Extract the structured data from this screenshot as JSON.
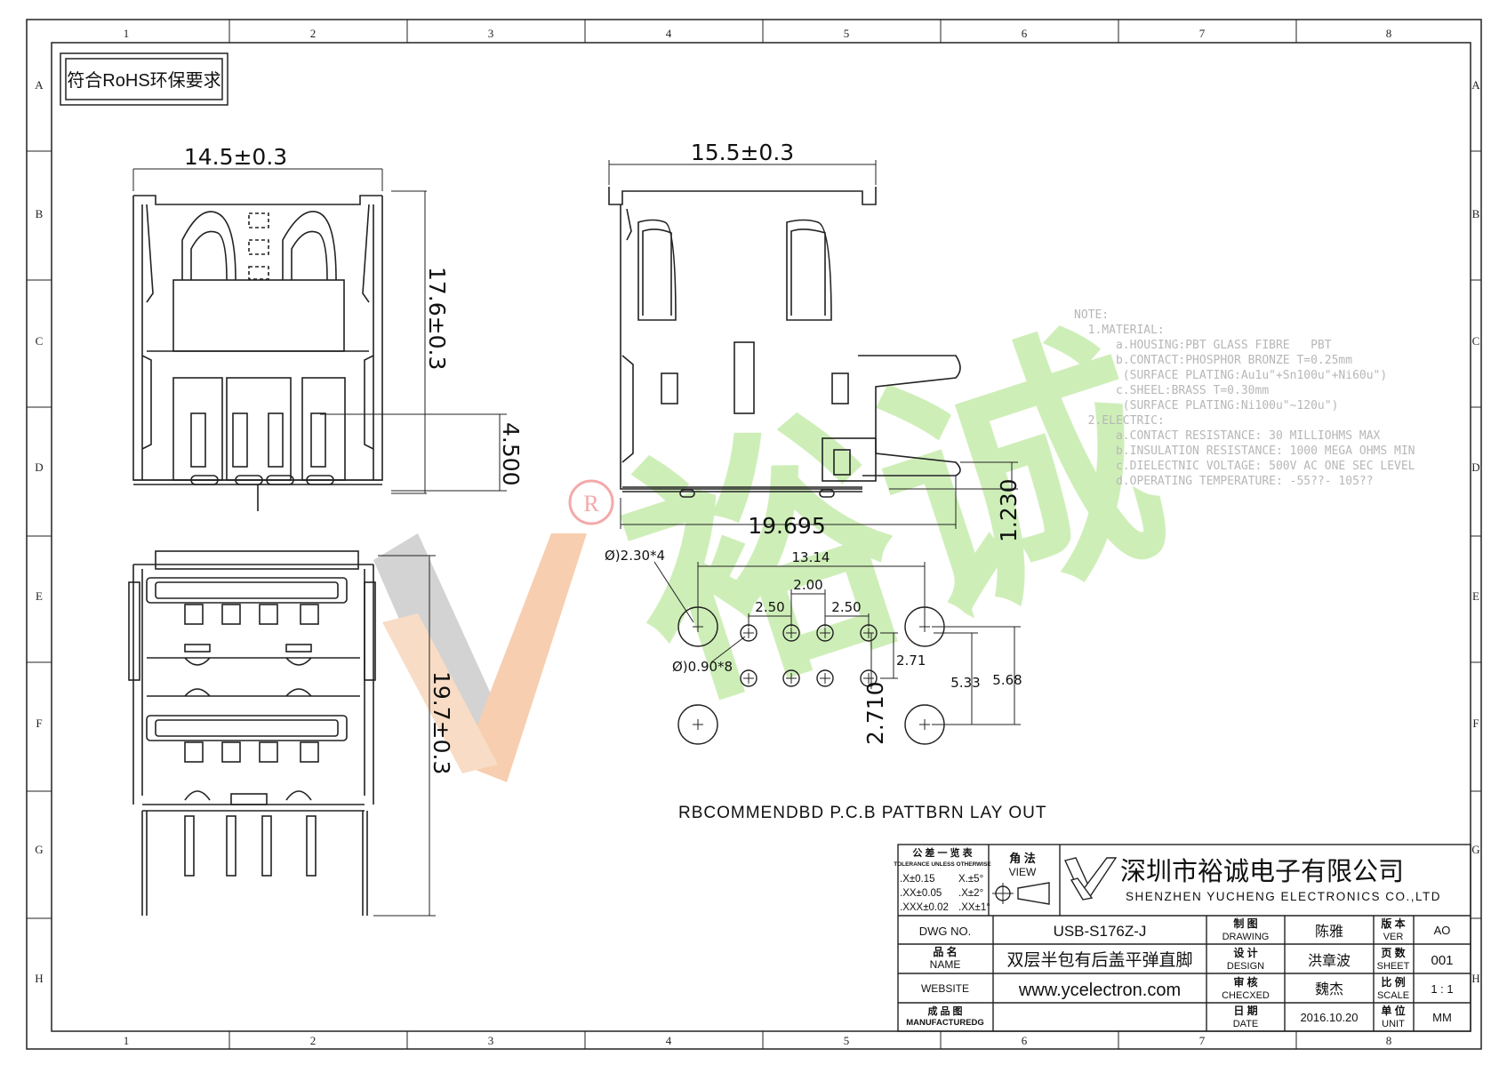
{
  "frame": {
    "columns": [
      "1",
      "2",
      "3",
      "4",
      "5",
      "6",
      "7",
      "8"
    ],
    "rows": [
      "A",
      "B",
      "C",
      "D",
      "E",
      "F",
      "G",
      "H"
    ]
  },
  "rohs_note": "符合RoHS环保要求",
  "front_view": {
    "width_dim": "14.5±0.3",
    "height_dim": "17.6±0.3",
    "pin_dim": "4.500"
  },
  "side_view": {
    "width_dim": "15.5±0.3",
    "depth_dim": "19.695",
    "offset_dim": "1.230"
  },
  "bottom_view": {
    "height_dim": "19.7±0.3"
  },
  "pcb_layout": {
    "title": "RBCOMMENDBD P.C.B PATTBRN LAY OUT",
    "large_holes": "Ø)2.30*4",
    "small_holes": "Ø)0.90*8",
    "span": "13.14",
    "pitch_center": "2.00",
    "pitch_left": "2.50",
    "pitch_right": "2.50",
    "row_gap": "2.71",
    "row_gap_left": "2.710",
    "dim_a": "5.33",
    "dim_b": "5.68"
  },
  "notes": [
    "NOTE:",
    "  1.MATERIAL:",
    "      a.HOUSING:PBT GLASS FIBRE   PBT",
    "      b.CONTACT:PHOSPHOR BRONZE T=0.25mm",
    "       (SURFACE PLATING:Au1u\"+Sn100u\"+Ni60u\")",
    "      c.SHEEL:BRASS T=0.30mm",
    "       (SURFACE PLATING:Ni100u\"~120u\")",
    "  2.ELECTRIC:",
    "      a.CONTACT RESISTANCE: 30 MILLIOHMS MAX",
    "      b.INSULATION RESISTANCE: 1000 MEGA OHMS MIN",
    "      c.DIELECTNIC VOLTAGE: 500V AC ONE SEC LEVEL",
    "      d.OPERATING TEMPERATURE: -55??- 105??"
  ],
  "watermark": {
    "text": "裕诚",
    "mark": "R",
    "color_green": "#c9ecb0",
    "color_orange": "#f6c9a6",
    "color_gray": "#cfcfcf"
  },
  "tolerance": {
    "title": "公 差 一 览 表",
    "subtitle": "TOLERANCE UNLESS OTHERWISE",
    "rows": [
      ".X±0.15",
      ".XX±0.05",
      ".XXX±0.02"
    ],
    "angles": [
      "X.±5°",
      ".X±2°",
      ".XX±1°"
    ]
  },
  "view": {
    "cn": "角 法",
    "en": "VIEW"
  },
  "company": {
    "name_cn": "深圳市裕诚电子有限公司",
    "name_en": "SHENZHEN YUCHENG ELECTRONICS CO.,LTD"
  },
  "title_block": {
    "dwg_no_label": "DWG NO.",
    "dwg_no": "USB-S176Z-J",
    "name_label_cn": "品 名",
    "name_label_en": "NAME",
    "name": "双层半包有后盖平弹直脚",
    "website_label": "WEBSITE",
    "website": "www.ycelectron.com",
    "mfg_label_cn": "成 品 图",
    "mfg_label_en": "MANUFACTUREDG",
    "drawing_cn": "制 图",
    "drawing_en": "DRAWING",
    "drawing": "陈雅",
    "design_cn": "设 计",
    "design_en": "DESIGN",
    "design": "洪章波",
    "checked_cn": "审 核",
    "checked_en": "CHECXED",
    "checked": "魏杰",
    "date_cn": "日 期",
    "date_en": "DATE",
    "date": "2016.10.20",
    "ver_cn": "版 本",
    "ver_en": "VER",
    "ver": "AO",
    "sheet_cn": "页 数",
    "sheet_en": "SHEET",
    "sheet": "001",
    "scale_cn": "比 例",
    "scale_en": "SCALE",
    "scale": "1 : 1",
    "unit_cn": "单 位",
    "unit_en": "UNIT",
    "unit": "MM"
  }
}
